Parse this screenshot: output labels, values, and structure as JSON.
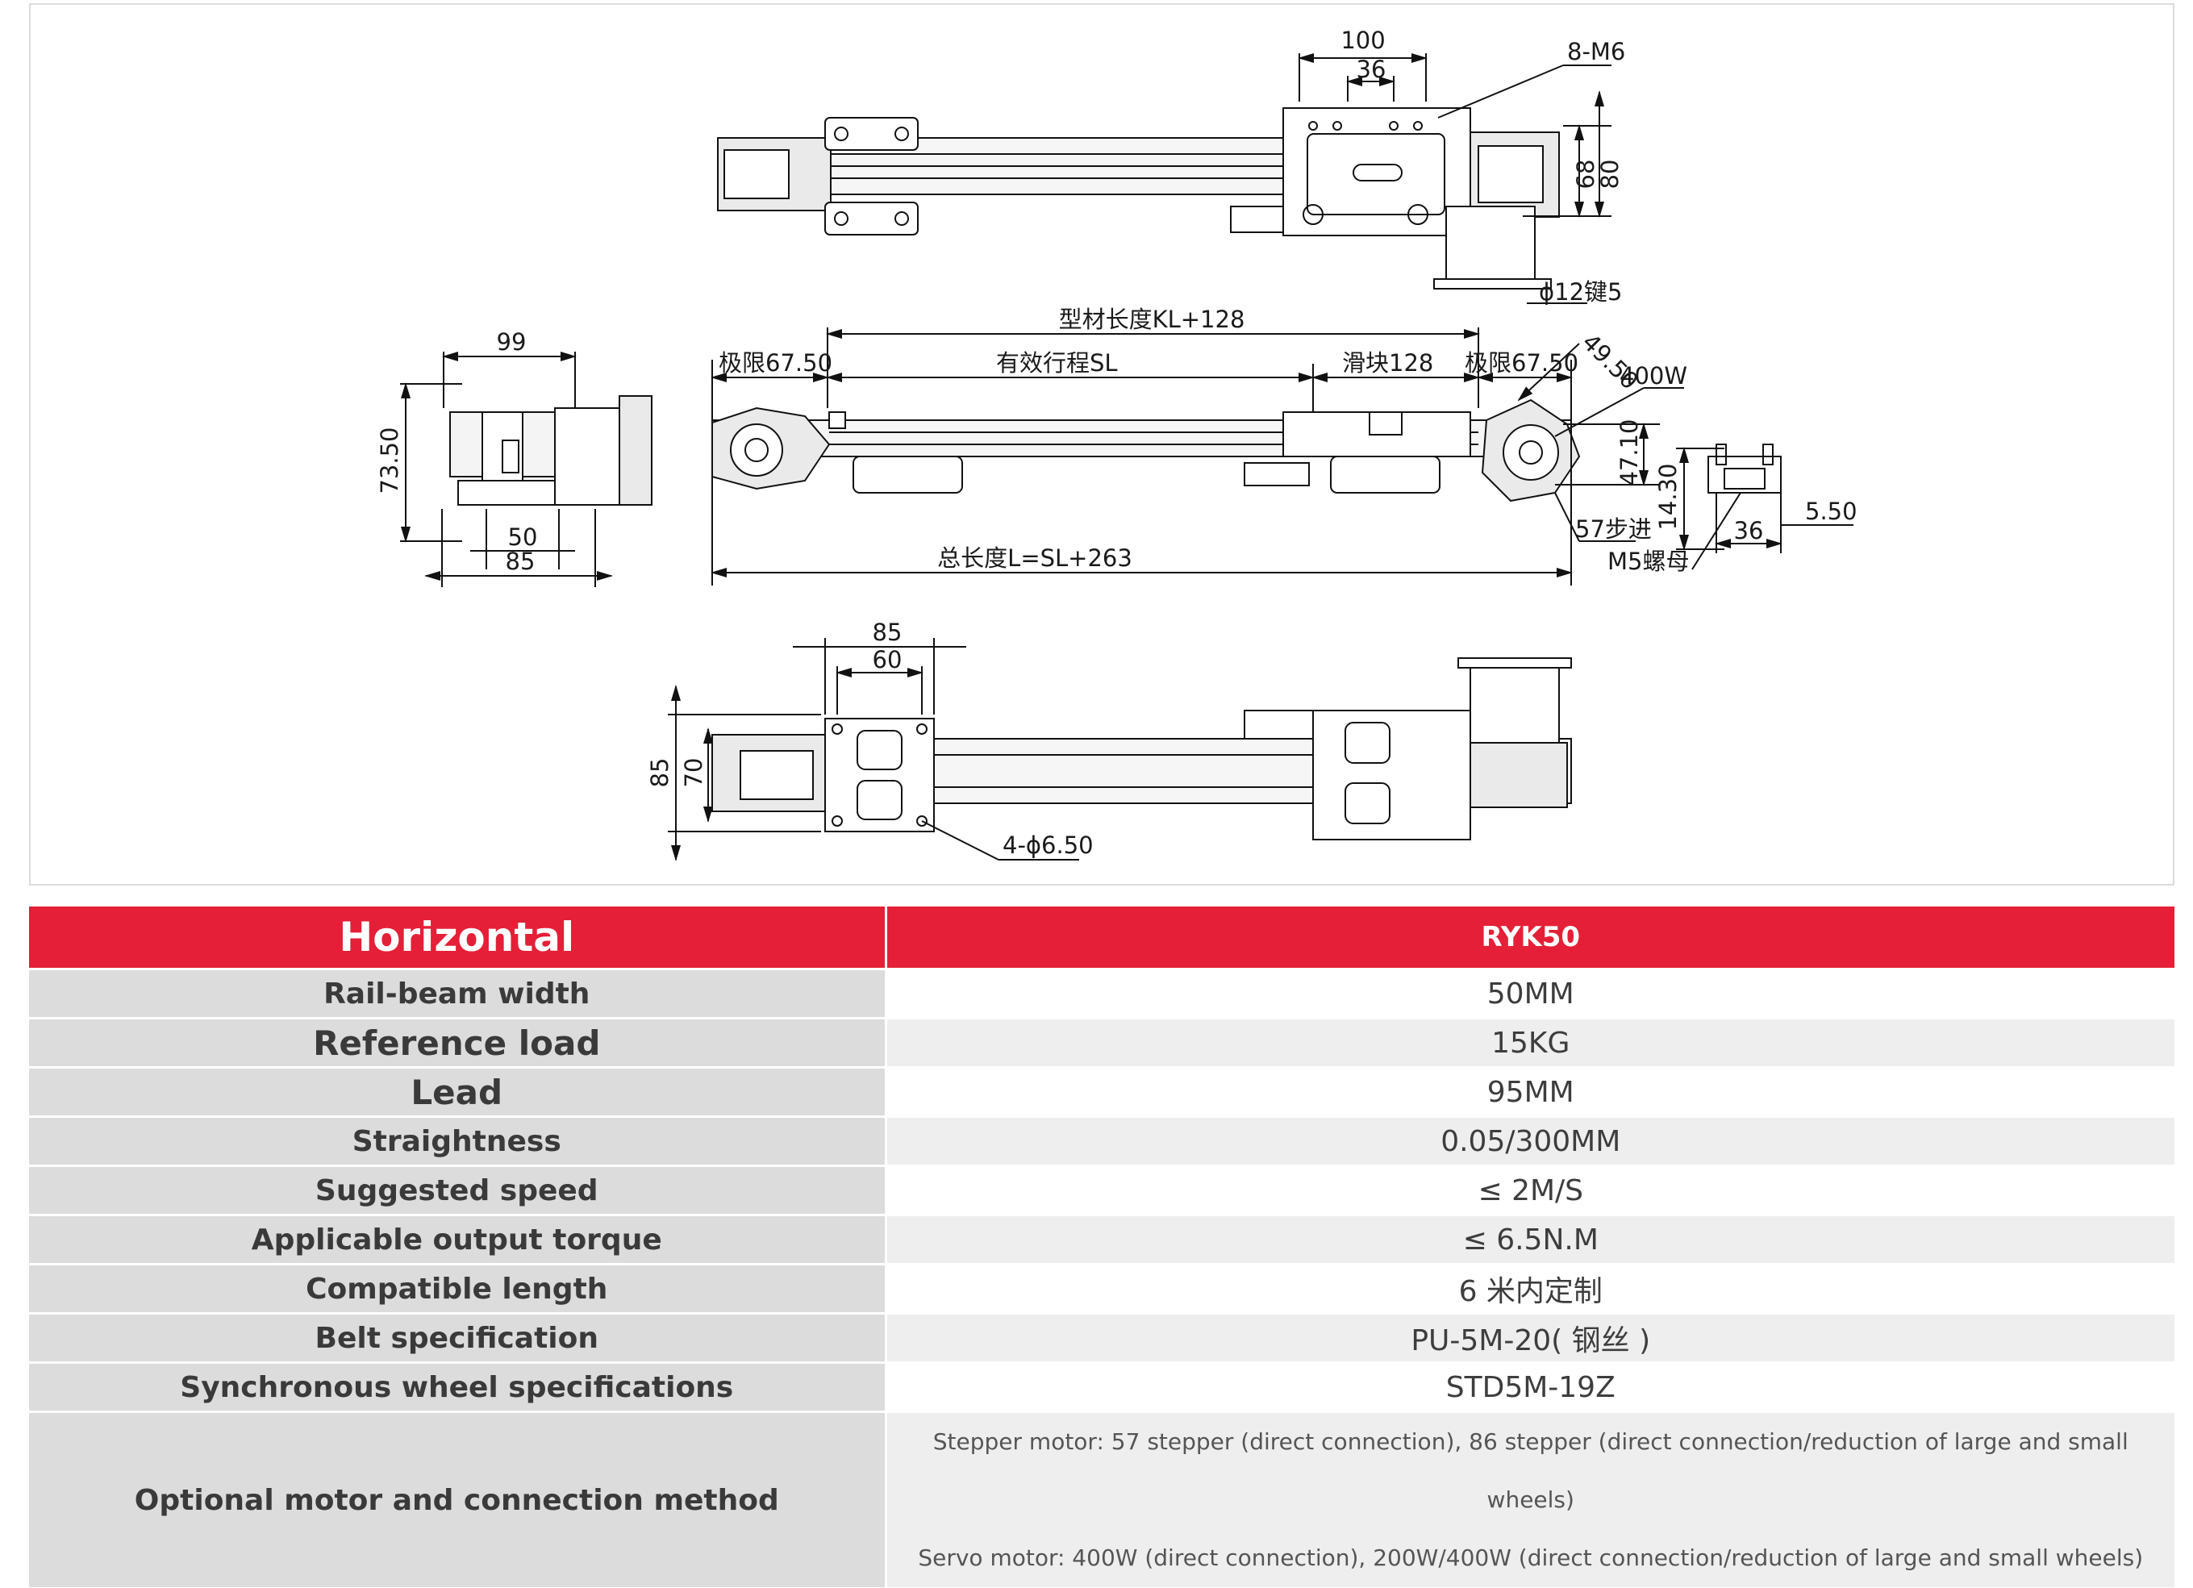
{
  "drawing": {
    "top_view": {
      "dim_100": "100",
      "dim_36": "36",
      "thread": "8-M6",
      "dim_68": "68",
      "dim_80": "80",
      "shaft": "ϕ12键5"
    },
    "end_view": {
      "dim_99": "99",
      "dim_7350": "73.50",
      "dim_50": "50",
      "dim_85": "85"
    },
    "front_view": {
      "profile_length": "型材长度KL+128",
      "limit_left": "极限67.50",
      "effective_stroke": "有效行程SL",
      "slider": "滑块128",
      "limit_right": "极限67.50",
      "dim_4950": "49.50",
      "servo": "400W",
      "dim_4710": "47.10",
      "stepper": "57步进",
      "total_length": "总长度L=SL+263"
    },
    "nut_detail": {
      "dim_1430": "14.30",
      "dim_36": "36",
      "dim_550": "5.50",
      "nut": "M5螺母"
    },
    "bottom_view": {
      "dim_85_top": "85",
      "dim_60": "60",
      "dim_85_side": "85",
      "dim_70": "70",
      "holes": "4-ϕ6.50"
    }
  },
  "table": {
    "header": {
      "label": "Horizontal",
      "value": "RYK50"
    },
    "rows": [
      {
        "label": "Rail-beam width",
        "value": "50MM"
      },
      {
        "label": "Reference load",
        "value": "15KG"
      },
      {
        "label": "Lead",
        "value": "95MM"
      },
      {
        "label": "Straightness",
        "value": "0.05/300MM"
      },
      {
        "label": "Suggested speed",
        "value": "≤ 2M/S"
      },
      {
        "label": "Applicable output torque",
        "value": "≤ 6.5N.M"
      },
      {
        "label": "Compatible length",
        "value": "6 米内定制"
      },
      {
        "label": "Belt specification",
        "value": "PU-5M-20( 钢丝 )"
      },
      {
        "label": "Synchronous wheel specifications",
        "value": "STD5M-19Z"
      }
    ],
    "motor_row": {
      "label": "Optional motor and connection method",
      "line1": "Stepper motor: 57 stepper (direct connection), 86 stepper (direct connection/reduction of large and small wheels)",
      "line2": "Servo motor: 400W (direct connection), 200W/400W (direct connection/reduction of large and small wheels)"
    }
  }
}
